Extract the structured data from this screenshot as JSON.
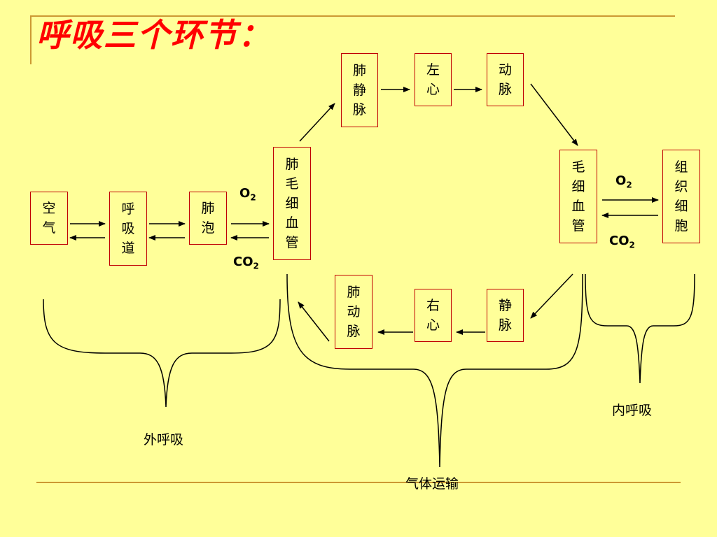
{
  "title": "呼吸三个环节：",
  "boxes": {
    "air": [
      "空",
      "气"
    ],
    "airway": [
      "呼",
      "吸",
      "道"
    ],
    "alveoli": [
      "肺",
      "泡"
    ],
    "lung_capillary": [
      "肺",
      "毛",
      "细",
      "血",
      "管"
    ],
    "pulmonary_vein": [
      "肺",
      "静",
      "脉"
    ],
    "left_heart": [
      "左",
      "心"
    ],
    "artery": [
      "动",
      "脉"
    ],
    "tissue_capillary": [
      "毛",
      "细",
      "血",
      "管"
    ],
    "tissue_cells": [
      "组",
      "织",
      "细",
      "胞"
    ],
    "pulmonary_artery": [
      "肺",
      "动",
      "脉"
    ],
    "right_heart": [
      "右",
      "心"
    ],
    "vein": [
      "静",
      "脉"
    ]
  },
  "gases": {
    "lung_o2": "O",
    "lung_o2_sub": "2",
    "lung_co2": "CO",
    "lung_co2_sub": "2",
    "tissue_o2": "O",
    "tissue_o2_sub": "2",
    "tissue_co2": "CO",
    "tissue_co2_sub": "2"
  },
  "labels": {
    "external": "外呼吸",
    "transport": "气体运输",
    "internal": "内呼吸"
  }
}
